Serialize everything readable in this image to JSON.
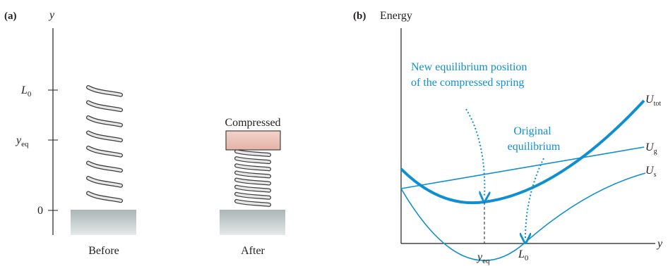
{
  "panel_a": {
    "tag": "(a)",
    "axis_label": "y",
    "tick_top": {
      "base": "L",
      "sub": "0"
    },
    "tick_mid": {
      "base": "y",
      "sub": "eq"
    },
    "tick_zero": "0",
    "block_label": "Compressed",
    "caption_before": "Before",
    "caption_after": "After"
  },
  "panel_b": {
    "tag": "(b)",
    "y_axis_label": "Energy",
    "x_axis_label": "y",
    "x_ticks": [
      {
        "base": "y",
        "sub": "eq"
      },
      {
        "base": "L",
        "sub": "0"
      }
    ],
    "annotation_new": [
      "New equilibrium position",
      "of the compressed spring"
    ],
    "annotation_orig": [
      "Original",
      "equilibrium"
    ],
    "curve_labels": {
      "tot": {
        "base": "U",
        "sub": "tot"
      },
      "g": {
        "base": "U",
        "sub": "g"
      },
      "s": {
        "base": "U",
        "sub": "s"
      }
    },
    "colors": {
      "curve": "#0f8fcf",
      "block": "#ecc6bd",
      "ground": "#b6c0c0"
    }
  }
}
